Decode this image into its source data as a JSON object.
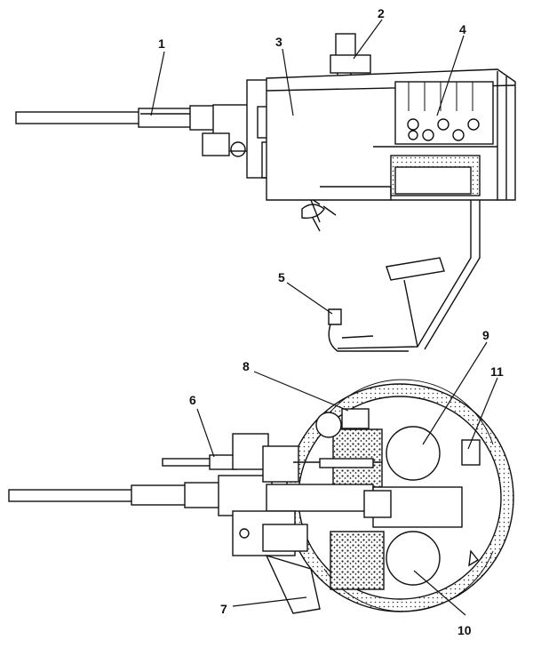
{
  "diagram": {
    "callouts": [
      {
        "id": "1",
        "label": "1"
      },
      {
        "id": "2",
        "label": "2"
      },
      {
        "id": "3",
        "label": "3"
      },
      {
        "id": "4",
        "label": "4"
      },
      {
        "id": "5",
        "label": "5"
      },
      {
        "id": "6",
        "label": "6"
      },
      {
        "id": "7",
        "label": "7"
      },
      {
        "id": "8",
        "label": "8"
      },
      {
        "id": "9",
        "label": "9"
      },
      {
        "id": "10",
        "label": "10"
      },
      {
        "id": "11",
        "label": "11"
      }
    ],
    "colors": {
      "ink": "#111111",
      "hatch": "#444444",
      "paper": "#ffffff"
    }
  }
}
